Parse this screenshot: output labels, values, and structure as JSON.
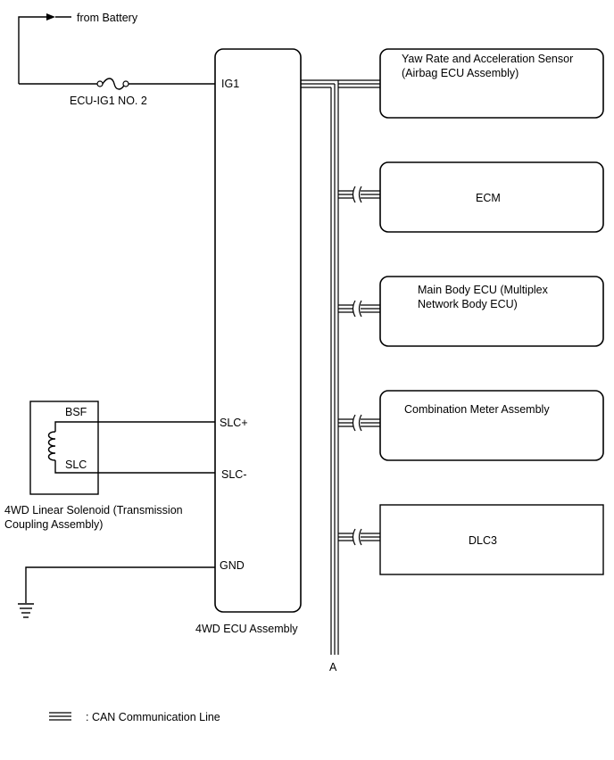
{
  "battery": {
    "label": "from Battery"
  },
  "fuse": {
    "label": "ECU-IG1 NO. 2"
  },
  "ecu": {
    "name": "4WD ECU Assembly",
    "pins": {
      "ig1": "IG1",
      "slc_plus": "SLC+",
      "slc_minus": "SLC-",
      "gnd": "GND"
    }
  },
  "solenoid": {
    "name_line1": "4WD Linear Solenoid (Transmission",
    "name_line2": "Coupling Assembly)",
    "pin_bsf": "BSF",
    "pin_slc": "SLC"
  },
  "modules": [
    {
      "line1": "Yaw Rate and Acceleration Sensor",
      "line2": "(Airbag ECU Assembly)"
    },
    {
      "line1": "ECM",
      "line2": ""
    },
    {
      "line1": "Main Body ECU (Multiplex",
      "line2": "Network Body ECU)"
    },
    {
      "line1": "Combination Meter Assembly",
      "line2": ""
    },
    {
      "line1": "DLC3",
      "line2": ""
    }
  ],
  "bus_end_label": "A",
  "legend": {
    "label": ": CAN Communication Line"
  }
}
